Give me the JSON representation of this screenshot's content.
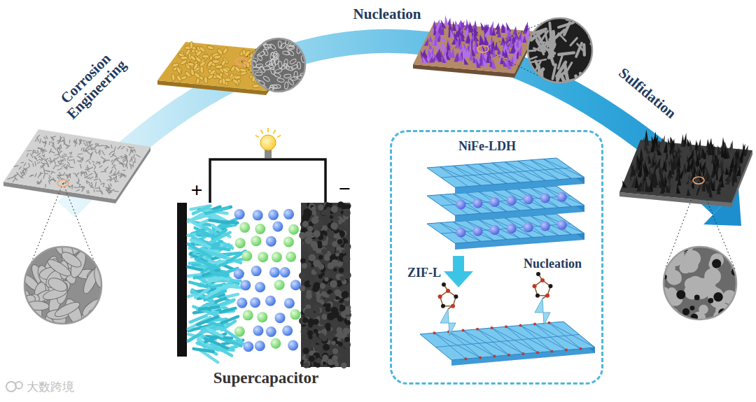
{
  "diagram": {
    "nodes": [
      {
        "text": [
          "Supercapacitor"
        ]
      },
      {
        "text": [
          "NiFe-LDH",
          "ZIF-L",
          "Nucleation"
        ]
      }
    ],
    "labels": [
      "Corrosion Engineering",
      "Nucleation",
      "Sulfidation",
      "+",
      "−",
      "大数跨境"
    ]
  }
}
